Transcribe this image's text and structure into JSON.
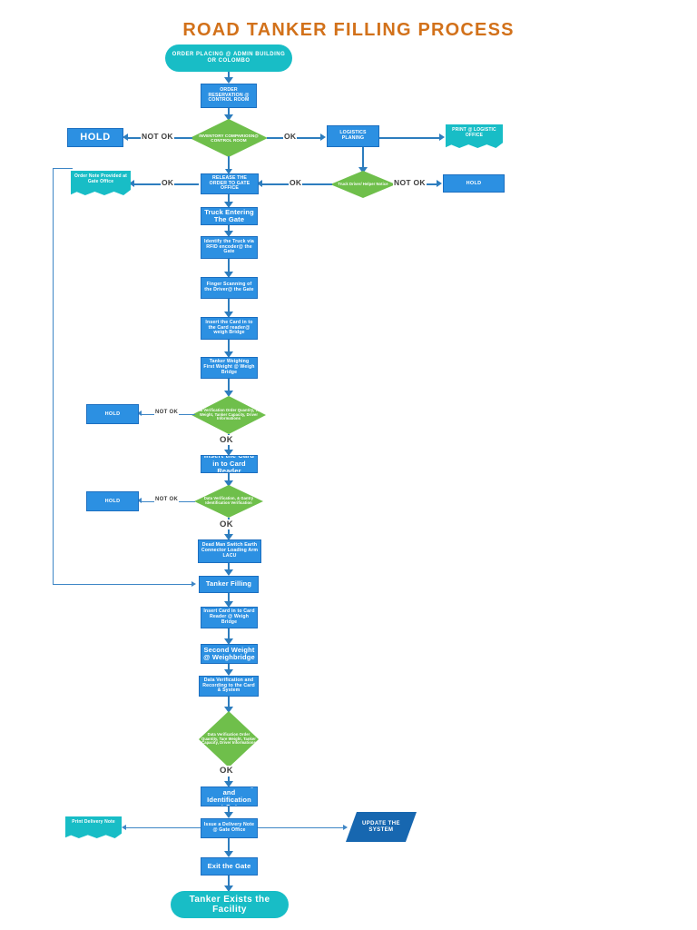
{
  "page": {
    "title": "ROAD TANKER FILLING PROCESS",
    "accent_color": "#D2711A",
    "process_color": "#2C90E2",
    "decision_color": "#6FBF4B",
    "terminal_color": "#18BDC6",
    "data_color": "#1767B0",
    "connector_color": "#2D7DBE"
  },
  "chart_data": {
    "type": "diagram",
    "title": "ROAD TANKER FILLING PROCESS",
    "nodes": [
      {
        "id": "n01",
        "shape": "terminal",
        "label": "ORDER PLACING @ ADMIN BUILDING OR COLOMBO"
      },
      {
        "id": "n02",
        "shape": "process",
        "label": "ORDER RESERVATION @ CONTROL ROOM"
      },
      {
        "id": "n03",
        "shape": "decision",
        "label": "INVENTORY COMPARIOSN@ CONTROL ROOM"
      },
      {
        "id": "n04",
        "shape": "process",
        "label": "HOLD"
      },
      {
        "id": "n05",
        "shape": "process",
        "label": "LOGISTICS PLANING"
      },
      {
        "id": "n06",
        "shape": "document",
        "label": "PRINT @ LOGISTIC OFFICE"
      },
      {
        "id": "n07",
        "shape": "decision",
        "label": "Truck Driver/ Helper Notice"
      },
      {
        "id": "n08",
        "shape": "process",
        "label": "HOLD"
      },
      {
        "id": "n09",
        "shape": "process",
        "label": "RELEASE THE ORDER TO GATE OFFICE"
      },
      {
        "id": "n10",
        "shape": "document",
        "label": "Order Note Provided at Gate Office"
      },
      {
        "id": "n11",
        "shape": "process",
        "label": "Truck Entering The Gate"
      },
      {
        "id": "n12",
        "shape": "process",
        "label": "Identify the Truck via RFID encoder@ the Gate"
      },
      {
        "id": "n13",
        "shape": "process",
        "label": "Finger Scanning of the Driver@ the Gate"
      },
      {
        "id": "n14",
        "shape": "process",
        "label": "Insert the Card in to the Card reader@ weigh Bridge"
      },
      {
        "id": "n15",
        "shape": "process",
        "label": "Tanker Weighing First Weight @ Weigh Bridge"
      },
      {
        "id": "n16",
        "shape": "decision",
        "label": "Data Verification Order Quantity, Tare Weight, Tanker Capacity, Driver Informations"
      },
      {
        "id": "n17",
        "shape": "process",
        "label": "HOLD"
      },
      {
        "id": "n18",
        "shape": "process",
        "label": "Insert the Card in to Card Reader"
      },
      {
        "id": "n19",
        "shape": "decision",
        "label": "Data Verification, & Gantry Identification Verification"
      },
      {
        "id": "n20",
        "shape": "process",
        "label": "HOLD"
      },
      {
        "id": "n21",
        "shape": "process",
        "label": "Dead Man Switch Earth Connector Loading Arm LACU"
      },
      {
        "id": "n22",
        "shape": "process",
        "label": "Tanker Filling"
      },
      {
        "id": "n23",
        "shape": "process",
        "label": "Insert Card in to Card Reader @ Weigh Bridge"
      },
      {
        "id": "n24",
        "shape": "process",
        "label": "Second Weight @ Weighbridge"
      },
      {
        "id": "n25",
        "shape": "process",
        "label": "Data Verification and Recording to the Card & System"
      },
      {
        "id": "n26",
        "shape": "decision",
        "label": "Data Verification Order Quantity, Tare Weight, Tanker Capacity, Driver Informations"
      },
      {
        "id": "n27",
        "shape": "process",
        "label": "RFID Scanning and Identification at Gate"
      },
      {
        "id": "n28",
        "shape": "process",
        "label": "Issue a Delivery Note @ Gate Office"
      },
      {
        "id": "n29",
        "shape": "document",
        "label": "Print Delivery Note"
      },
      {
        "id": "n30",
        "shape": "data",
        "label": "UPDATE THE SYSTEM"
      },
      {
        "id": "n31",
        "shape": "process",
        "label": "Exit the Gate"
      },
      {
        "id": "n32",
        "shape": "terminal",
        "label": "Tanker Exists the Facility"
      }
    ],
    "edge_labels": {
      "e1_not_ok": "NOT OK",
      "e1_ok": "OK",
      "e2_not_ok": "NOT OK",
      "e2_ok": "OK",
      "e3_ok": "OK",
      "e4_not_ok": "NOT OK",
      "e4_ok": "OK",
      "e5_not_ok": "NOT OK",
      "e5_ok": "OK",
      "e6_ok": "OK"
    }
  }
}
